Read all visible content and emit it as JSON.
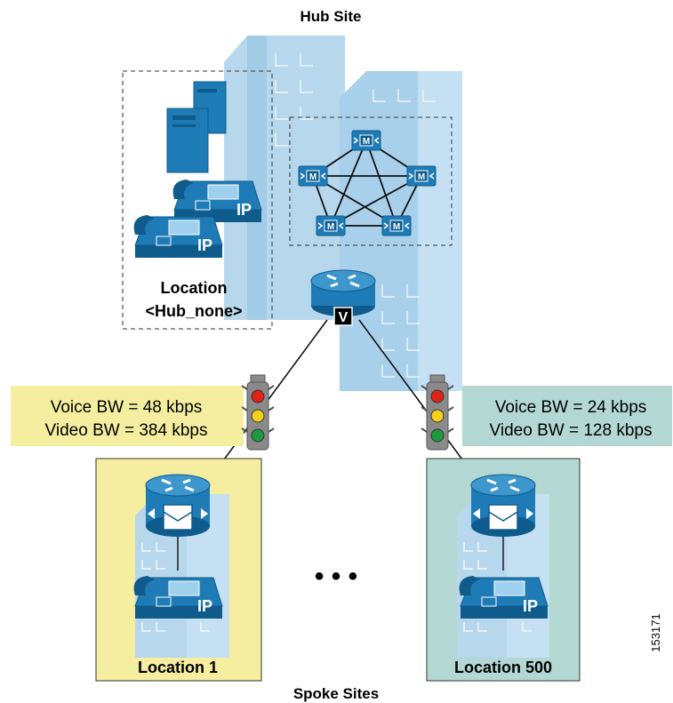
{
  "hub": {
    "title": "Hub Site",
    "location_label": "Location",
    "location_name": "<Hub_none>",
    "router_badge": "V",
    "phone_label": "IP",
    "cluster_badge": "M"
  },
  "spoke_sites_label": "Spoke Sites",
  "ellipsis": "• • •",
  "figure_id": "153171",
  "spokes": [
    {
      "name": "Location 1",
      "voice_bw": "Voice BW = 48 kbps",
      "video_bw": "Video BW = 384 kbps",
      "phone_label": "IP",
      "color": "#f5eea0"
    },
    {
      "name": "Location 500",
      "voice_bw": "Voice BW = 24 kbps",
      "video_bw": "Video BW = 128 kbps",
      "phone_label": "IP",
      "color": "#b3d8d3"
    }
  ],
  "colors": {
    "building": "#b7d7ec",
    "building_line": "#ffffff",
    "device": "#1f7bb6",
    "device_dark": "#0f5b8c",
    "traffic_light_body": "#8a8a8a",
    "red": "#e32119",
    "yellow": "#f4d21c",
    "green": "#1e9a3e"
  }
}
